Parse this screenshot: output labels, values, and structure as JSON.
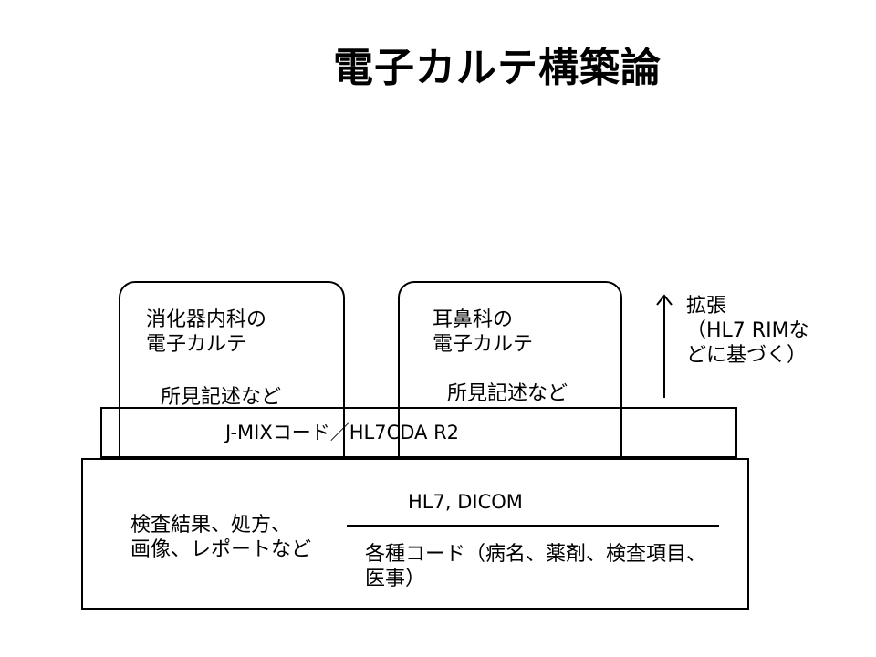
{
  "title": "電子カルテ構築論",
  "gi_record": {
    "line1": "消化器内科の",
    "line2": "電子カルテ",
    "findings": "所見記述など"
  },
  "ent_record": {
    "line1": "耳鼻科の",
    "line2": "電子カルテ",
    "findings": "所見記述など"
  },
  "extension": {
    "line1": "拡張",
    "line2": "（HL7 RIMな",
    "line3": "どに基づく）"
  },
  "middle_layer": {
    "label": "J-MIXコード／HL7CDA R2"
  },
  "base_layer": {
    "left_line1": "検査結果、処方、",
    "left_line2": "画像、レポートなど",
    "standard": "HL7, DICOM",
    "codes_line1": "各種コード（病名、薬剤、検査項目、",
    "codes_line2": "医事）"
  }
}
